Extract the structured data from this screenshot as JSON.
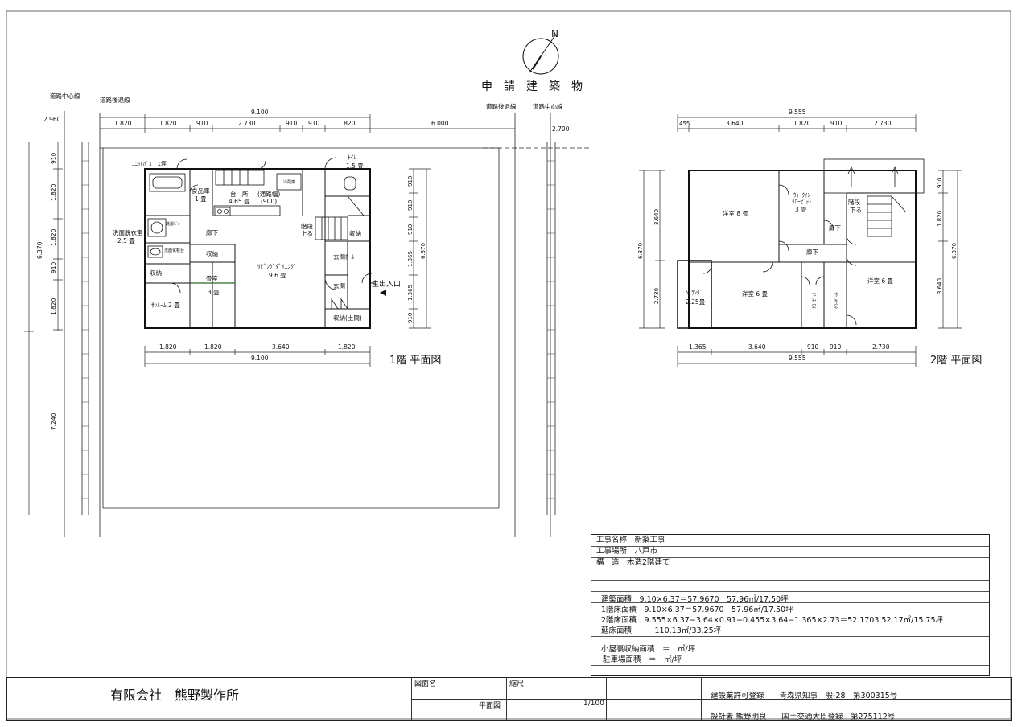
{
  "header": {
    "title": "申　請　建　築　物",
    "north": "N"
  },
  "site": {
    "road_center_left": "道路中心線",
    "setback_left": "道路後退線",
    "setback_right": "道路後退線",
    "road_center_right": "道路中心線",
    "dim_top_total": "9.100",
    "dim_top": [
      "1.820",
      "1.820",
      "910",
      "2.730",
      "910",
      "910",
      "1.820",
      "6.000"
    ],
    "dim_2960": "2.960",
    "dim_2700": "2.700",
    "dim_left_vert": [
      "910",
      "1.820",
      "1.820",
      "910",
      "1.820"
    ],
    "dim_left_total": "6.370",
    "dim_left_lower": "7.240"
  },
  "floor1": {
    "caption": "1階 平面図",
    "dim_bottom": [
      "1.820",
      "1.820",
      "3.640",
      "1.820"
    ],
    "dim_bottom_total": "9.100",
    "dim_right_vert": [
      "910",
      "910",
      "910",
      "1.365",
      "1.365",
      "910"
    ],
    "dim_right_total": "6.370",
    "rooms": {
      "unit_bath": "ﾕﾆｯﾄﾊﾞｽ　1坪",
      "pantry": "食品庫",
      "pantry_size": "1 畳",
      "kitchen": "台　所",
      "kitchen_size": "4.65 畳",
      "aisle": "(通路幅)",
      "aisle_width": "(900)",
      "fridge": "冷蔵庫",
      "toilet": "ﾄｲﾚ",
      "toilet_size": "1.5 畳",
      "washroom": "洗面脱衣室",
      "washroom_size": "2.5 畳",
      "washer": "洗濯ﾊﾞﾝ",
      "vanity": "洗面化粧台",
      "hall_corridor": "廊下",
      "stairs_up": "階段",
      "stairs_up2": "上る",
      "storage_a": "収納",
      "storage_b": "収納",
      "storage_c": "収納",
      "storage_earth": "収納(土間)",
      "entrance_hall": "玄関ﾎｰﾙ",
      "entrance": "玄関",
      "main_entrance": "主出入口",
      "living": "ﾘﾋﾞﾝｸﾞﾀﾞｲﾆﾝｸﾞ",
      "living_size": "9.6 畳",
      "tatami": "畳室",
      "tatami_size": "3 畳",
      "sunroom": "ｻﾝﾙｰﾑ 2 畳"
    }
  },
  "floor2": {
    "caption": "2階 平面図",
    "dim_top_total": "9.555",
    "dim_top": [
      "455",
      "3.640",
      "1.820",
      "910",
      "2.730"
    ],
    "dim_bottom": [
      "1.365",
      "3.640",
      "910",
      "910",
      "2.730"
    ],
    "dim_bottom_total": "9.555",
    "dim_left": [
      "3.640",
      "2.730"
    ],
    "dim_left_total": "6.370",
    "dim_right": [
      "910",
      "1.820",
      "3.640"
    ],
    "dim_right_total": "6.370",
    "rooms": {
      "western8": "洋室 8 畳",
      "walkin": "ｳｫｰｸｲﾝ",
      "walkin2": "ｸﾛｰｾﾞｯﾄ",
      "walkin_size": "3 畳",
      "stairs_down": "階段",
      "stairs_down2": "下る",
      "corridor1": "廊下",
      "corridor2": "廊下",
      "balcony": "ﾍﾞﾗﾝﾀﾞ",
      "balcony_size": "2.25畳",
      "western6a": "洋室 6 畳",
      "closet_a": "ｸﾛｰｾﾞｯﾄ",
      "closet_b": "ｸﾛｰｾﾞｯﾄ",
      "western6b": "洋室 6 畳"
    }
  },
  "titleblock": {
    "project": "工事名称　新築工事",
    "location": "工事場所　八戸市",
    "structure": "構　造　木造2階建て",
    "building_area": "建築面積　9.10×6.37＝57.9670　57.96㎡/17.50坪",
    "floor1_area": "1階床面積　9.10×6.37＝57.9670　57.96㎡/17.50坪",
    "floor2_area": "2階床面積　9.555×6.37−3.64×0.91−0.455×3.64−1.365×2.73＝52.1703 52.17㎡/15.75坪",
    "total_area": "延床面積　　　110.13㎡/33.25坪",
    "attic": "小屋裏収納面積　＝　㎡/坪",
    "parking": "駐車場面積　＝　㎡/坪"
  },
  "footer": {
    "company": "有限会社　熊野製作所",
    "drawing_name_label": "図面名",
    "scale_label": "縮尺",
    "drawing_name": "平面図",
    "scale": "1/100",
    "license": "建設業許可登録　　青森県知事　般-28　第300315号",
    "designer": "設計者 熊野明良　　国土交通大臣登録　第275112号"
  }
}
